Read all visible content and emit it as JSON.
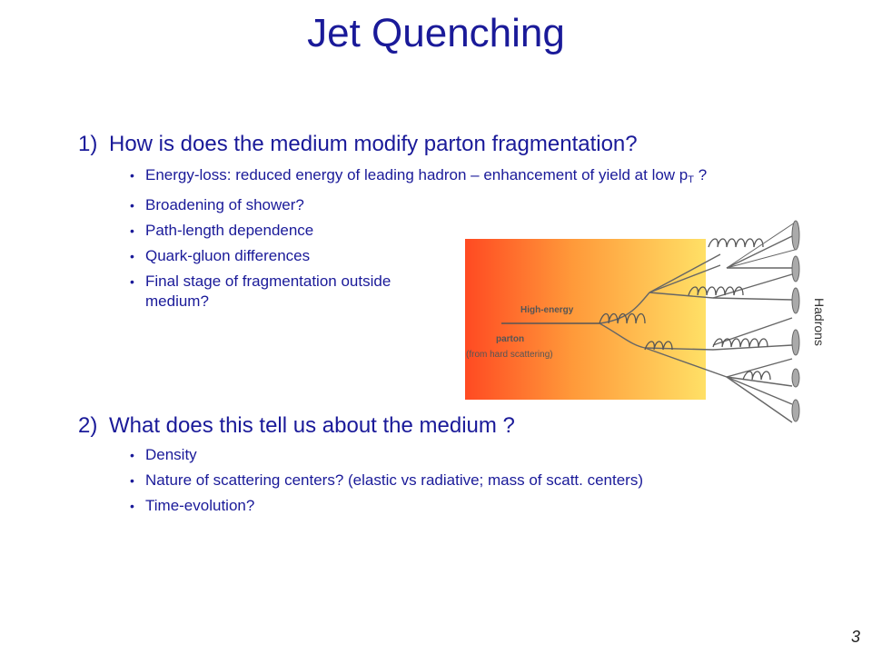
{
  "slide": {
    "title": "Jet Quenching",
    "page_number": "3"
  },
  "section1": {
    "number": "1)",
    "heading": "How is does the medium modify parton fragmentation?",
    "bullets": {
      "b0": "Energy-loss: reduced energy of leading hadron – enhancement of yield at low p",
      "b0_sub": "T",
      "b0_tail": " ?",
      "b1": "Broadening of shower?",
      "b2": "Path-length dependence",
      "b3": "Quark-gluon differences",
      "b4": "Final stage of fragmentation outside medium?"
    }
  },
  "section2": {
    "number": "2)",
    "heading": "What does this tell us about the medium ?",
    "bullets": [
      "Density",
      "Nature of scattering centers? (elastic vs radiative; mass of scatt. centers)",
      "Time-evolution?"
    ]
  },
  "diagram": {
    "label_high_energy": "High-energy",
    "label_parton": "parton",
    "label_from": "(from hard scattering)",
    "label_hadrons": "Hadrons",
    "medium_colors": [
      "#ff4a22",
      "#ff9a3a",
      "#ffe066"
    ]
  }
}
